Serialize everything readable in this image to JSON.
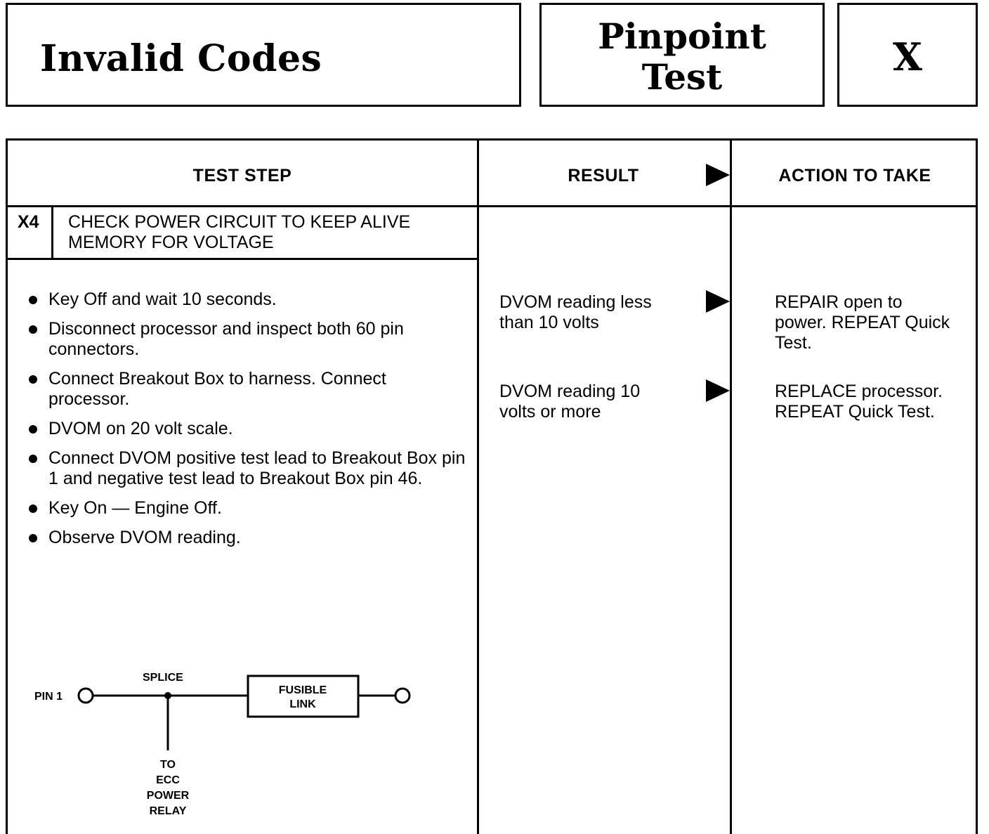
{
  "header": {
    "title": "Invalid Codes",
    "test_type_line1": "Pinpoint",
    "test_type_line2": "Test",
    "section_letter": "X"
  },
  "table": {
    "columns": [
      "TEST STEP",
      "RESULT",
      "ACTION TO TAKE"
    ],
    "step": {
      "id": "X4",
      "title_line1": "CHECK POWER CIRCUIT TO KEEP ALIVE",
      "title_line2": "MEMORY FOR VOLTAGE",
      "bullets": [
        "Key Off and wait 10 seconds.",
        "Disconnect processor and inspect both 60 pin connectors.",
        "Connect Breakout Box to harness. Connect processor.",
        "DVOM on 20 volt scale.",
        "Connect DVOM positive test lead to Breakout Box pin 1 and negative test lead to Breakout Box pin 46.",
        "Key On — Engine Off.",
        "Observe DVOM reading."
      ]
    },
    "results": [
      {
        "result_line1": "DVOM reading less",
        "result_line2": "than 10 volts",
        "action_line1": "REPAIR open to",
        "action_line2": "power. REPEAT Quick",
        "action_line3": "Test."
      },
      {
        "result_line1": "DVOM reading 10",
        "result_line2": "volts or more",
        "action_line1": "REPLACE processor.",
        "action_line2": "REPEAT Quick Test."
      }
    ]
  },
  "diagram": {
    "pin_label": "PIN 1",
    "splice_label": "SPLICE",
    "fusible_line1": "FUSIBLE",
    "fusible_line2": "LINK",
    "relay_lines": [
      "TO",
      "ECC",
      "POWER",
      "RELAY"
    ]
  }
}
